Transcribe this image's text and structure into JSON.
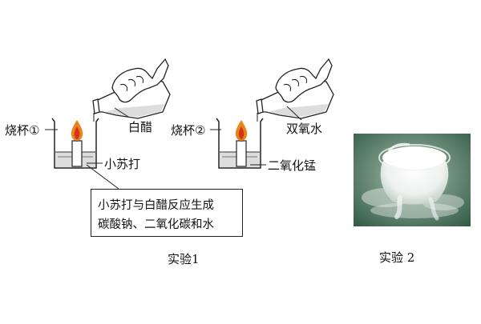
{
  "experiment1": {
    "beaker_label": "烧杯①",
    "reagent_liquid": "白醋",
    "reagent_solid": "小苏打",
    "note_line1": "小苏打与白醋反应生成",
    "note_line2": "碳酸钠、二氧化碳和水",
    "caption": "实验1"
  },
  "experiment2": {
    "beaker_label": "烧杯②",
    "reagent_liquid": "双氧水",
    "reagent_solid": "二氧化锰",
    "caption": "实验 2"
  },
  "colors": {
    "line": "#222222",
    "liquid": "#dddddd",
    "flame_outer": "#e8861b",
    "flame_inner": "#d63418",
    "photo_bg": "#2f5a43",
    "foam": "#f4f6f5"
  }
}
